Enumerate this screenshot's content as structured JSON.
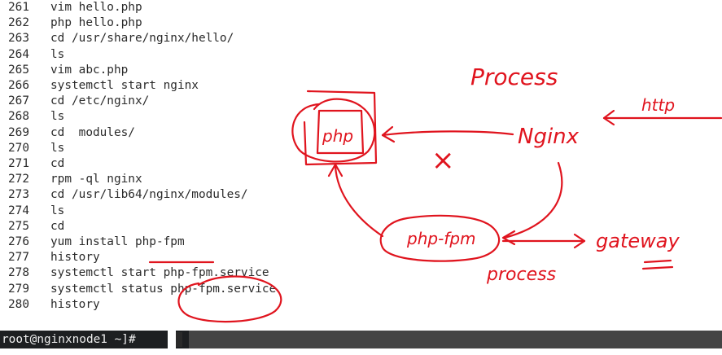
{
  "history": [
    {
      "num": "261",
      "cmd": "vim hello.php"
    },
    {
      "num": "262",
      "cmd": "php hello.php"
    },
    {
      "num": "263",
      "cmd": "cd /usr/share/nginx/hello/"
    },
    {
      "num": "264",
      "cmd": "ls"
    },
    {
      "num": "265",
      "cmd": "vim abc.php"
    },
    {
      "num": "266",
      "cmd": "systemctl start nginx"
    },
    {
      "num": "267",
      "cmd": "cd /etc/nginx/"
    },
    {
      "num": "268",
      "cmd": "ls"
    },
    {
      "num": "269",
      "cmd": "cd  modules/"
    },
    {
      "num": "270",
      "cmd": "ls"
    },
    {
      "num": "271",
      "cmd": "cd"
    },
    {
      "num": "272",
      "cmd": "rpm -ql nginx"
    },
    {
      "num": "273",
      "cmd": "cd /usr/lib64/nginx/modules/"
    },
    {
      "num": "274",
      "cmd": "ls"
    },
    {
      "num": "275",
      "cmd": "cd"
    },
    {
      "num": "276",
      "cmd": "yum install php-fpm"
    },
    {
      "num": "277",
      "cmd": "history"
    },
    {
      "num": "278",
      "cmd": "systemctl start php-fpm.service"
    },
    {
      "num": "279",
      "cmd": "systemctl status php-fpm.service"
    },
    {
      "num": "280",
      "cmd": "history"
    }
  ],
  "prompt": {
    "text": "root@nginxnode1 ~]#"
  },
  "annotations": {
    "label_process_top": "Process",
    "label_nginx": "Nginx",
    "label_http": "http",
    "label_php": "php",
    "label_cross": "×",
    "label_php_fpm": "php-fpm",
    "label_process_bottom": "process",
    "label_gateway": "gateway",
    "ink_color": "#e0141e"
  }
}
